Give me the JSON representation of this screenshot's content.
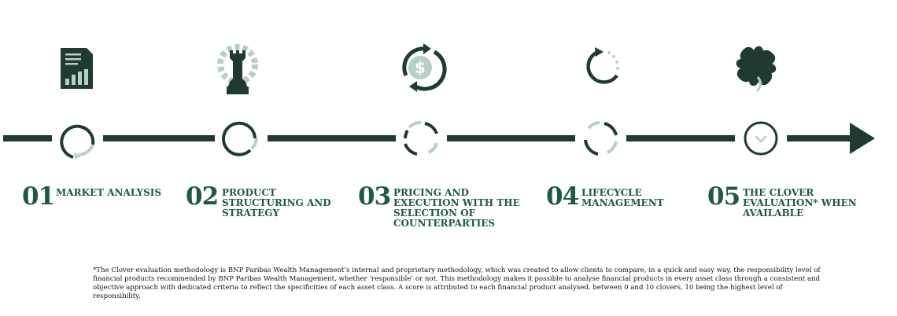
{
  "steps": [
    {
      "number": "01",
      "label_lines": [
        "MARKET ANALYSIS"
      ],
      "icon": "document-chart-icon"
    },
    {
      "number": "02",
      "label_lines": [
        "PRODUCT",
        "STRUCTURING AND",
        "STRATEGY"
      ],
      "icon": "chess-rook-gear-icon"
    },
    {
      "number": "03",
      "label_lines": [
        "PRICING AND",
        "EXECUTION WITH THE",
        "SELECTION OF",
        "COUNTERPARTIES"
      ],
      "icon": "dollar-cycle-icon"
    },
    {
      "number": "04",
      "label_lines": [
        "LIFECYCLE",
        "MANAGEMENT"
      ],
      "icon": "circular-progress-icon"
    },
    {
      "number": "05",
      "label_lines": [
        "THE CLOVER",
        "EVALUATION* WHEN",
        "AVAILABLE"
      ],
      "icon": "clover-icon"
    }
  ],
  "footnote": "*The Clover evaluation methodology is BNP Paribas Wealth Management’s internal and proprietary methodology, which was created to allow clients to compare, in a quick and easy way, the responsibility level of financial products recommended by BNP Paribas Wealth Management, whether ‘responsible’ or not. This methodology makes it possible to analyse financial products in every asset class through a consistent and objective approach with dedicated criteria to reflect the specificities of each asset class. A score is attributed to each financial product analysed, between 0 and 10 clovers, 10 being the highest level of responsibility.",
  "colors": {
    "dark": "#1f3a33",
    "accent": "#1f5847",
    "light": "#b8cfc4"
  }
}
